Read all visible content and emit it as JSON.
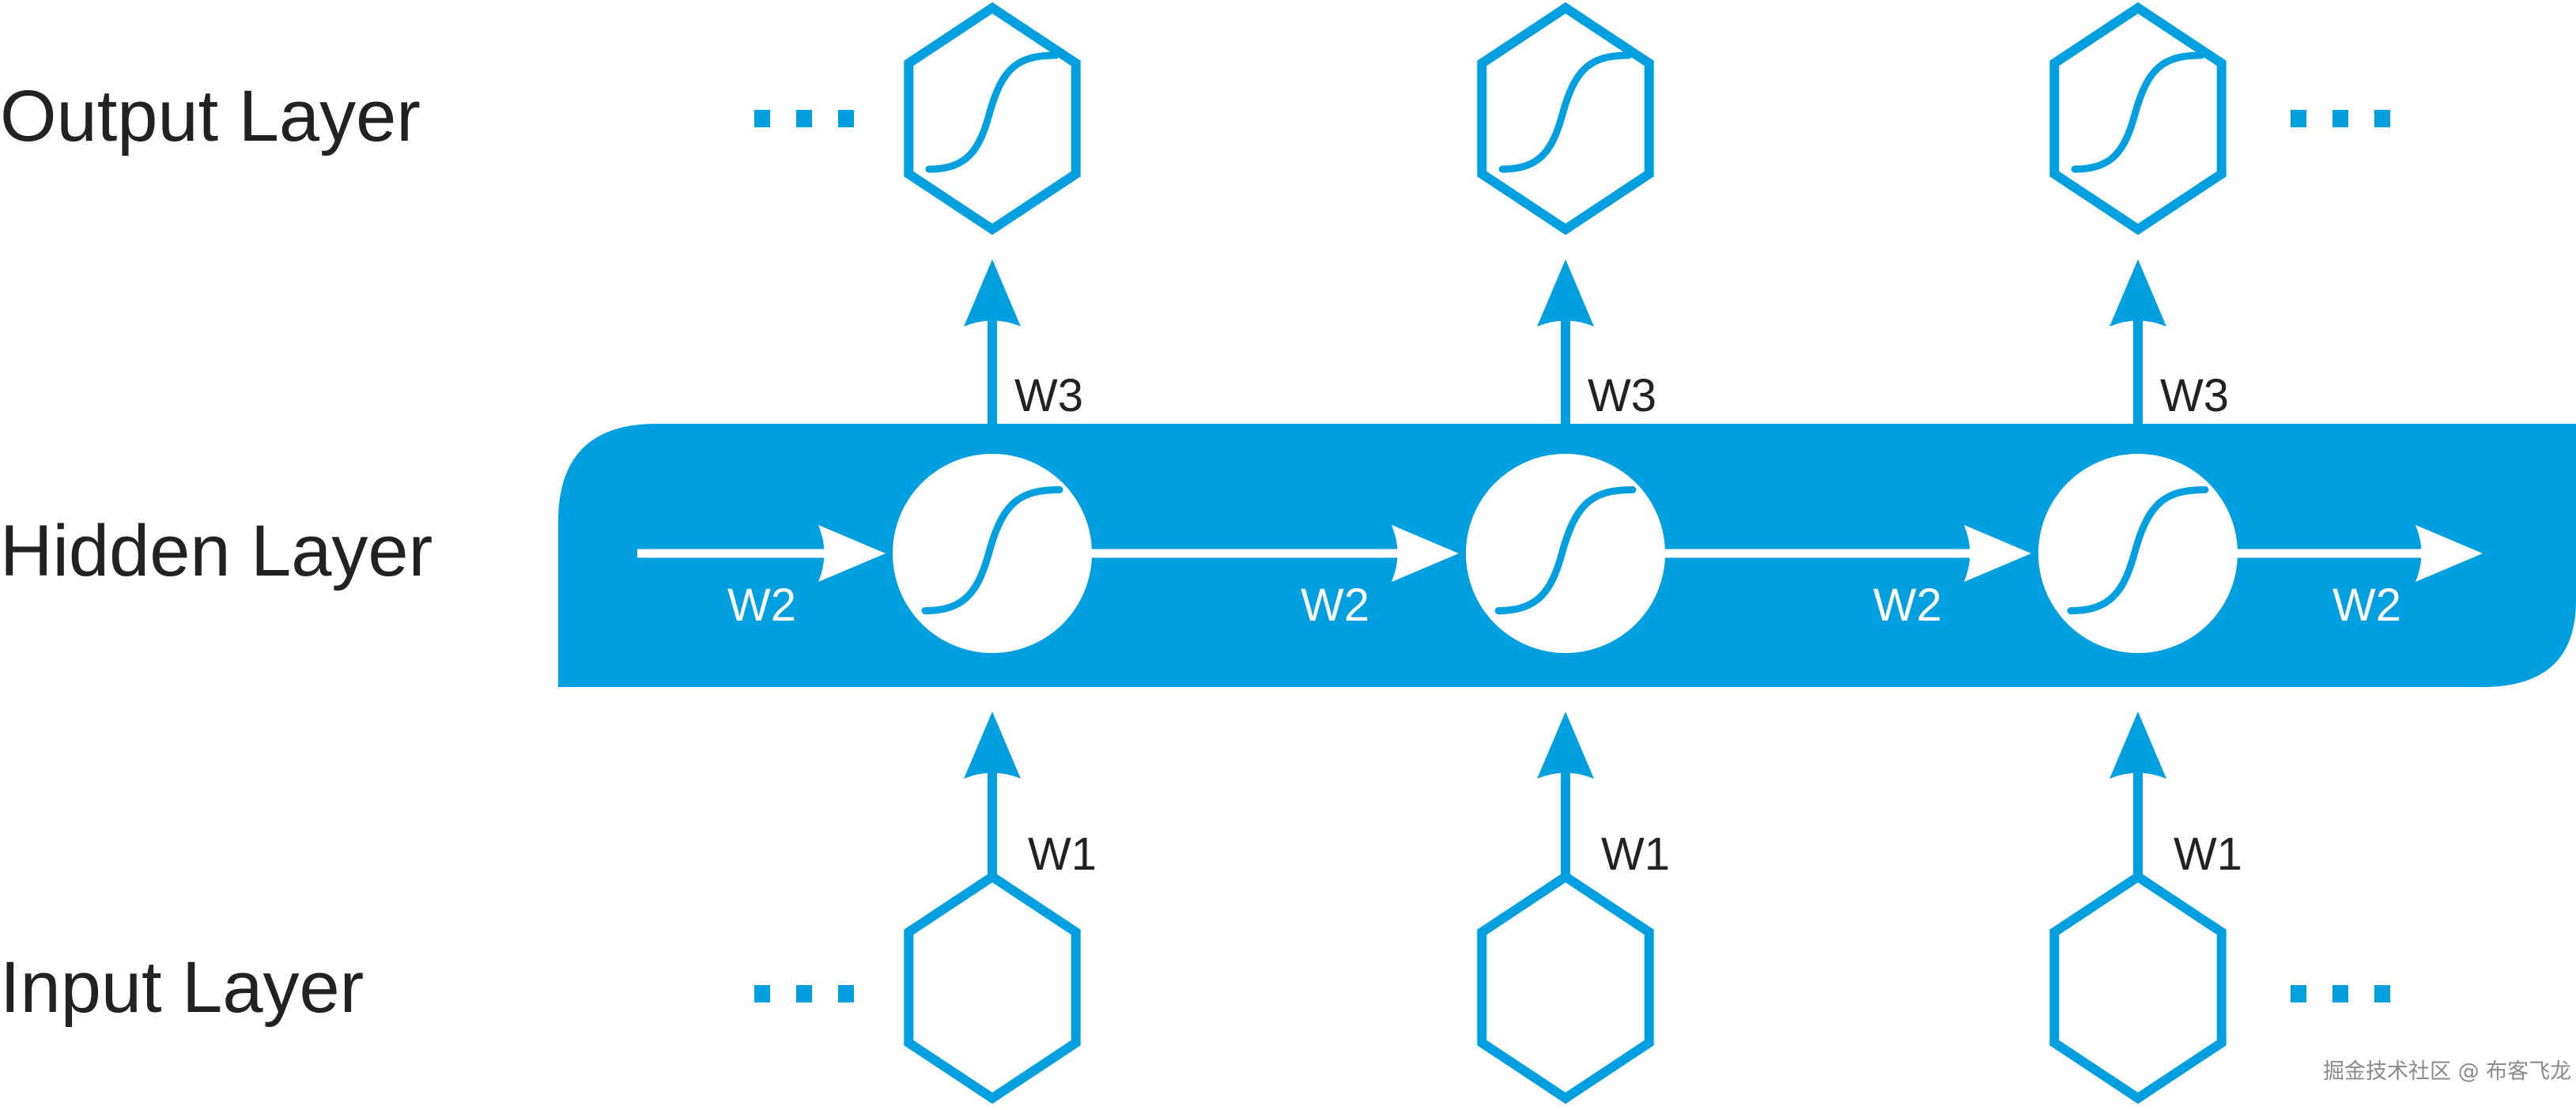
{
  "title": "Recurrent Neural Network (RNN) unrolled structure",
  "colors": {
    "accent": "#009FDF",
    "text": "#222222",
    "background": "#FFFFFF",
    "hidden_text": "#FFFFFF",
    "watermark": "#8A8A8A"
  },
  "layers": {
    "output": {
      "label": "Output Layer",
      "node_shape": "hexagon",
      "node_icon": "sigmoid-curve"
    },
    "hidden": {
      "label": "Hidden Layer",
      "node_shape": "circle",
      "node_icon": "sigmoid-curve"
    },
    "input": {
      "label": "Input Layer",
      "node_shape": "hexagon",
      "node_icon": "none"
    }
  },
  "columns": [
    {
      "id": "t1",
      "w1": "W1",
      "w2_in": "W2",
      "w2_out": "W2",
      "w3": "W3"
    },
    {
      "id": "t2",
      "w1": "W1",
      "w2_out": "W2",
      "w3": "W3"
    },
    {
      "id": "t3",
      "w1": "W1",
      "w2_out": "W2",
      "w3": "W3"
    }
  ],
  "ellipsis": {
    "output_left": true,
    "output_right": true,
    "input_left": true,
    "input_right": true
  },
  "weights": {
    "input_to_hidden": "W1",
    "hidden_to_hidden": "W2",
    "hidden_to_output": "W3"
  },
  "watermark": "掘金技术社区 @ 布客飞龙"
}
